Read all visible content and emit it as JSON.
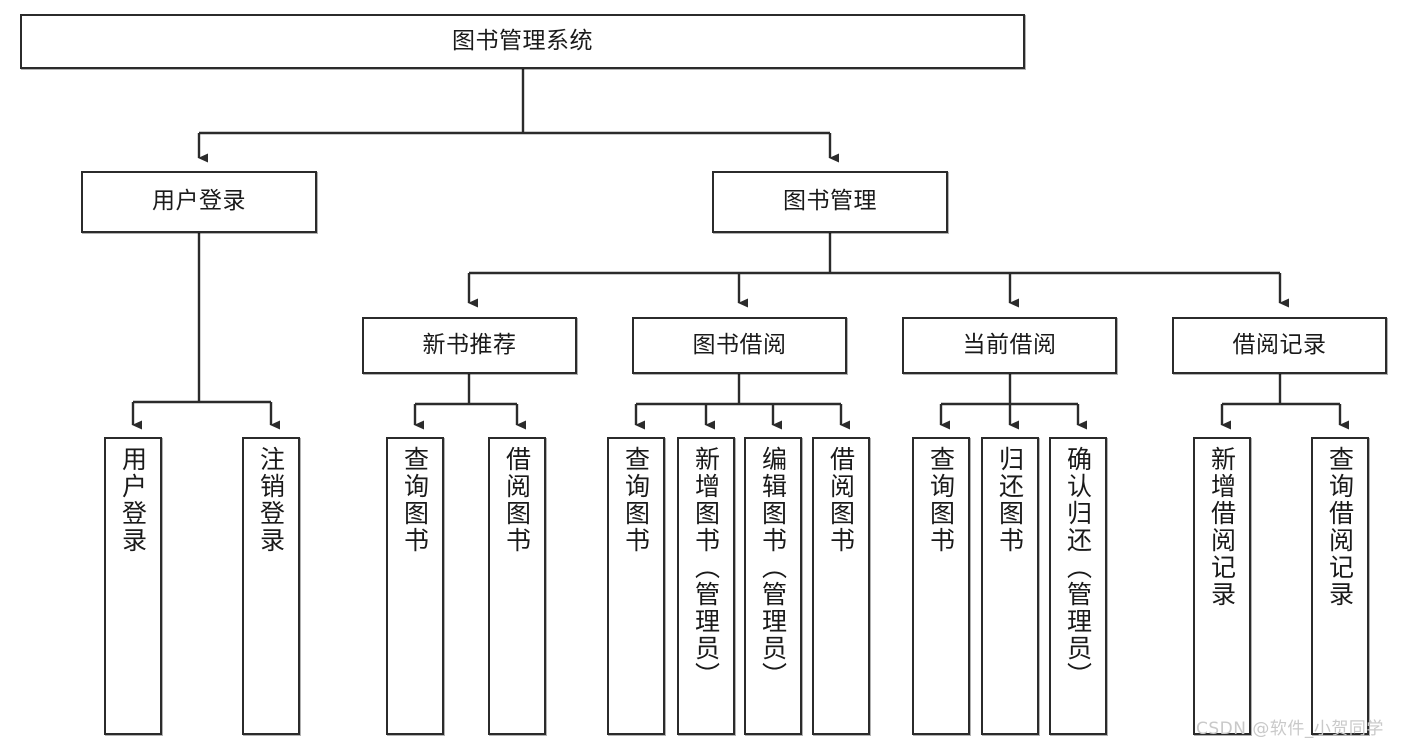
{
  "diagram": {
    "type": "tree-hierarchy-chart",
    "title": "图书管理系统",
    "watermark": "CSDN @软件_小贺同学",
    "colors": {
      "background": "#ffffff",
      "border": "#2b2b2b",
      "text": "#1a1a1a",
      "edge": "#2b2b2b",
      "watermark": "#c9c9c9"
    },
    "nodes": {
      "root": {
        "label": "图书管理系统"
      },
      "level1": [
        {
          "label": "用户登录"
        },
        {
          "label": "图书管理"
        }
      ],
      "level2": [
        {
          "label": "新书推荐"
        },
        {
          "label": "图书借阅"
        },
        {
          "label": "当前借阅"
        },
        {
          "label": "借阅记录"
        }
      ],
      "leaves": {
        "user_login": [
          {
            "label": "用户登录"
          },
          {
            "label": "注销登录"
          }
        ],
        "new_book_recommend": [
          {
            "label": "查询图书"
          },
          {
            "label": "借阅图书"
          }
        ],
        "book_borrow": [
          {
            "label": "查询图书"
          },
          {
            "label": "新增图书（管理员）"
          },
          {
            "label": "编辑图书（管理员）"
          },
          {
            "label": "借阅图书"
          }
        ],
        "current_borrow": [
          {
            "label": "查询图书"
          },
          {
            "label": "归还图书"
          },
          {
            "label": "确认归还（管理员）"
          }
        ],
        "borrow_record": [
          {
            "label": "新增借阅记录"
          },
          {
            "label": "查询借阅记录"
          }
        ]
      }
    }
  }
}
